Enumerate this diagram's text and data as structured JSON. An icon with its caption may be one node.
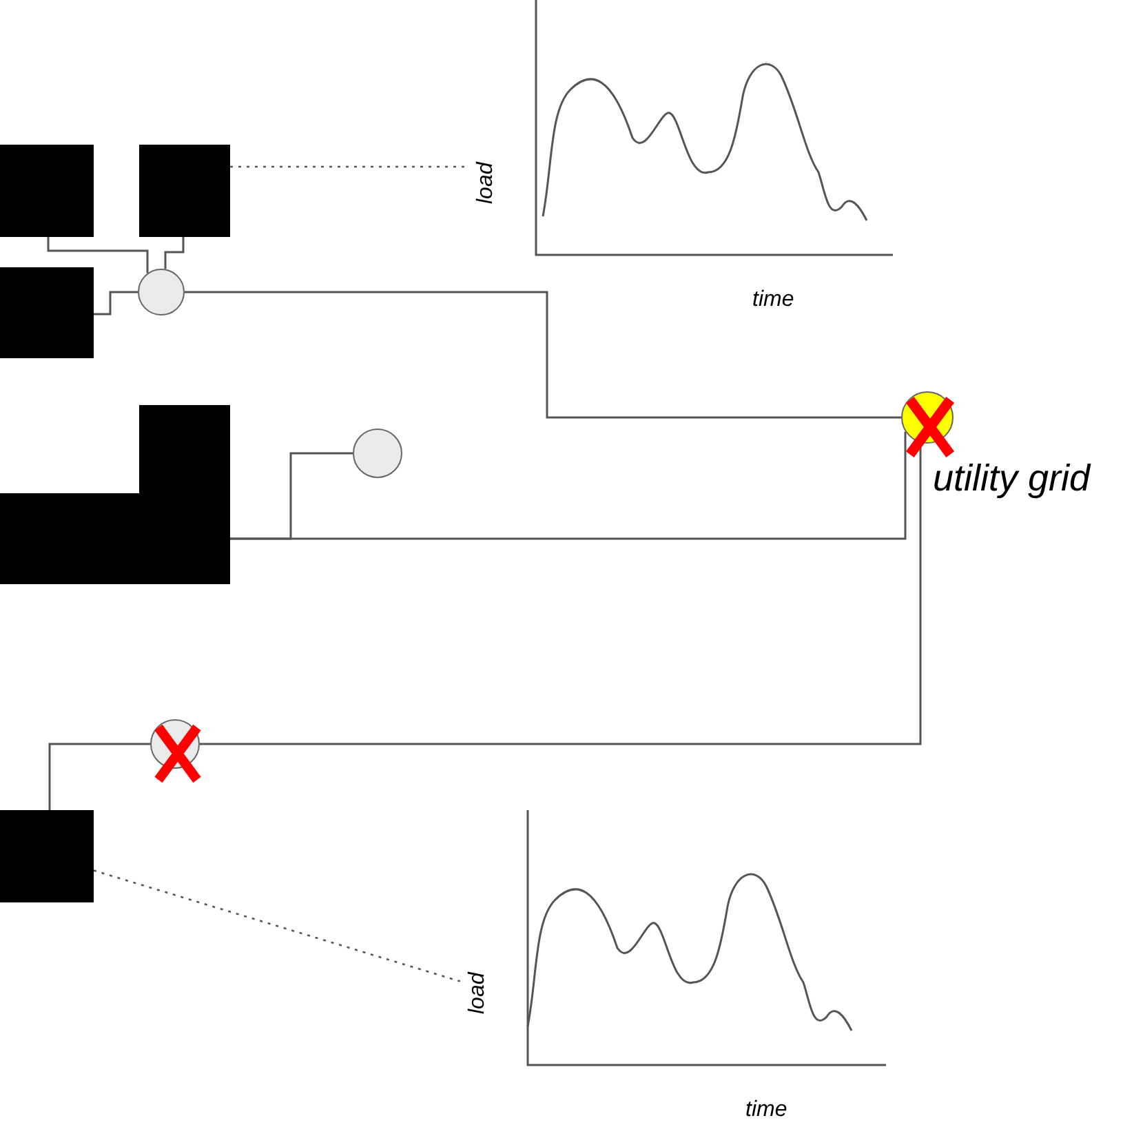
{
  "diagram": {
    "nodes": [
      {
        "text": [],
        "shape": "box"
      },
      {
        "text": [],
        "shape": "box"
      },
      {
        "text": [],
        "shape": "box"
      },
      {
        "text": [],
        "shape": "circle"
      },
      {
        "text": [],
        "shape": "box"
      },
      {
        "text": [],
        "shape": "circle"
      },
      {
        "text": [],
        "shape": "circle",
        "beside": [
          "utility grid"
        ]
      },
      {
        "text": [],
        "shape": "circle"
      },
      {
        "text": [],
        "shape": "box"
      },
      {
        "text": [
          "load"
        ]
      },
      {
        "text": [
          "load"
        ]
      }
    ],
    "edges": [
      {
        "from": 0,
        "to": 3,
        "arrow": "none"
      },
      {
        "from": 1,
        "to": 3,
        "arrow": "none"
      },
      {
        "from": 2,
        "to": 3,
        "arrow": "none"
      },
      {
        "from": 3,
        "to": 6,
        "arrow": "none"
      },
      {
        "from": 4,
        "to": 6,
        "arrow": "none"
      },
      {
        "from": 5,
        "to": 4,
        "arrow": "none"
      },
      {
        "from": 6,
        "to": 7,
        "arrow": "none"
      },
      {
        "from": 7,
        "to": 8,
        "arrow": "none"
      },
      {
        "from": 1,
        "to": 9,
        "arrow": "none",
        "style": "dashed"
      },
      {
        "from": 8,
        "to": 10,
        "arrow": "none",
        "style": "dashed"
      }
    ],
    "labels": [
      "time",
      "time"
    ]
  }
}
